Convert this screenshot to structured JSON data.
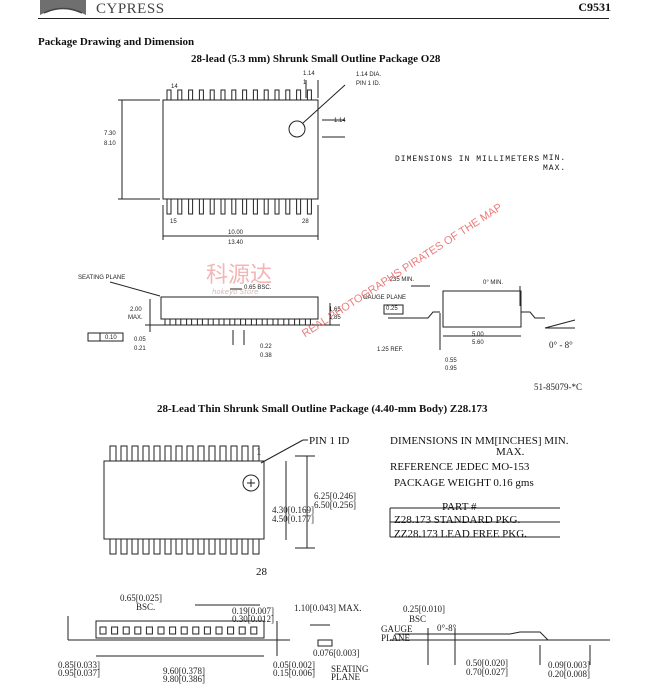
{
  "header": {
    "logo_text": "CYPRESS",
    "part_number": "C9531"
  },
  "section_title": "Package Drawing and Dimension",
  "pkg1": {
    "title": "28-lead (5.3 mm) Shrunk Small Outline Package O28",
    "pin14": "14",
    "pin1": "1",
    "pin15": "15",
    "pin28": "28",
    "dim_114_top": "1.14",
    "dim_114_dia": "1.14 DIA.",
    "pin1_id": "PIN 1 ID.",
    "dim_114_side": "1.14",
    "dim_730": "7.30",
    "dim_810": "8.10",
    "dimensions_note": "DIMENSIONS IN MILLIMETERS",
    "min_label": "MIN.",
    "max_label": "MAX.",
    "dim_1000": "10.00",
    "dim_1340": "13.40",
    "seating_plane": "SEATING PLANE",
    "dim_065_bsc": "0.65 BSC.",
    "dim_200_max_a": "2.00",
    "dim_200_max_b": "MAX.",
    "dim_010": "0.10",
    "dim_005": "0.05",
    "dim_021": "0.21",
    "dim_022": "0.22",
    "dim_038": "0.38",
    "dim_165": "1.65",
    "dim_185": "1.85",
    "dim_235_min": ".235 MIN.",
    "gauge_plane": "GAUGE PLANE",
    "dim_0_min": "0° MIN.",
    "dim_025": "0.25",
    "dim_125_ref": "1.25 REF.",
    "dim_500": "5.00",
    "dim_560": "5.60",
    "dim_055": "0.55",
    "dim_095": "0.95",
    "angle_0_8": "0° - 8°",
    "drawing_no": "51-85079-*C"
  },
  "watermark": {
    "cn": "科源达",
    "store": "hokeyo Store",
    "diag": "REAL PHOTOGRAPHS PIRATES OF THE MAP"
  },
  "pkg2": {
    "title": "28-Lead Thin Shrunk Small Outline Package (4.40-mm Body) Z28.173",
    "pin1_id": "PIN 1 ID",
    "pin1": "1",
    "pin28": "28",
    "dimensions_note": "DIMENSIONS IN MM[INCHES] MIN.",
    "max": "MAX.",
    "reference": "REFERENCE JEDEC MO-153",
    "weight": "PACKAGE WEIGHT 0.16 gms",
    "part_header": "PART #",
    "parts": [
      {
        "code": "Z28.173",
        "desc": "STANDARD PKG."
      },
      {
        "code": "ZZ28.173",
        "desc": "LEAD FREE PKG."
      }
    ],
    "dim_625": "6.25[0.246]",
    "dim_650": "6.50[0.256]",
    "dim_430": "4.30[0.169]",
    "dim_450": "4.50[0.177]",
    "dim_065": "0.65[0.025]",
    "bsc": "BSC.",
    "dim_019": "0.19[0.007]",
    "dim_030": "0.30[0.012]",
    "dim_110": "1.10[0.043] MAX.",
    "dim_025": "0.25[0.010]",
    "bsc2": "BSC",
    "gauge_plane": "GAUGE",
    "plane": "PLANE",
    "angle": "0°-8°",
    "dim_085": "0.85[0.033]",
    "dim_095": "0.95[0.037]",
    "dim_960": "9.60[0.378]",
    "dim_980": "9.80[0.386]",
    "dim_005": "0.05[0.002]",
    "dim_015": "0.15[0.006]",
    "seating": "SEATING",
    "seating_plane": "PLANE",
    "dim_0076": "0.076[0.003]",
    "dim_050": "0.50[0.020]",
    "dim_070": "0.70[0.027]",
    "dim_009": "0.09[0.003]",
    "dim_020": "0.20[0.008]"
  }
}
